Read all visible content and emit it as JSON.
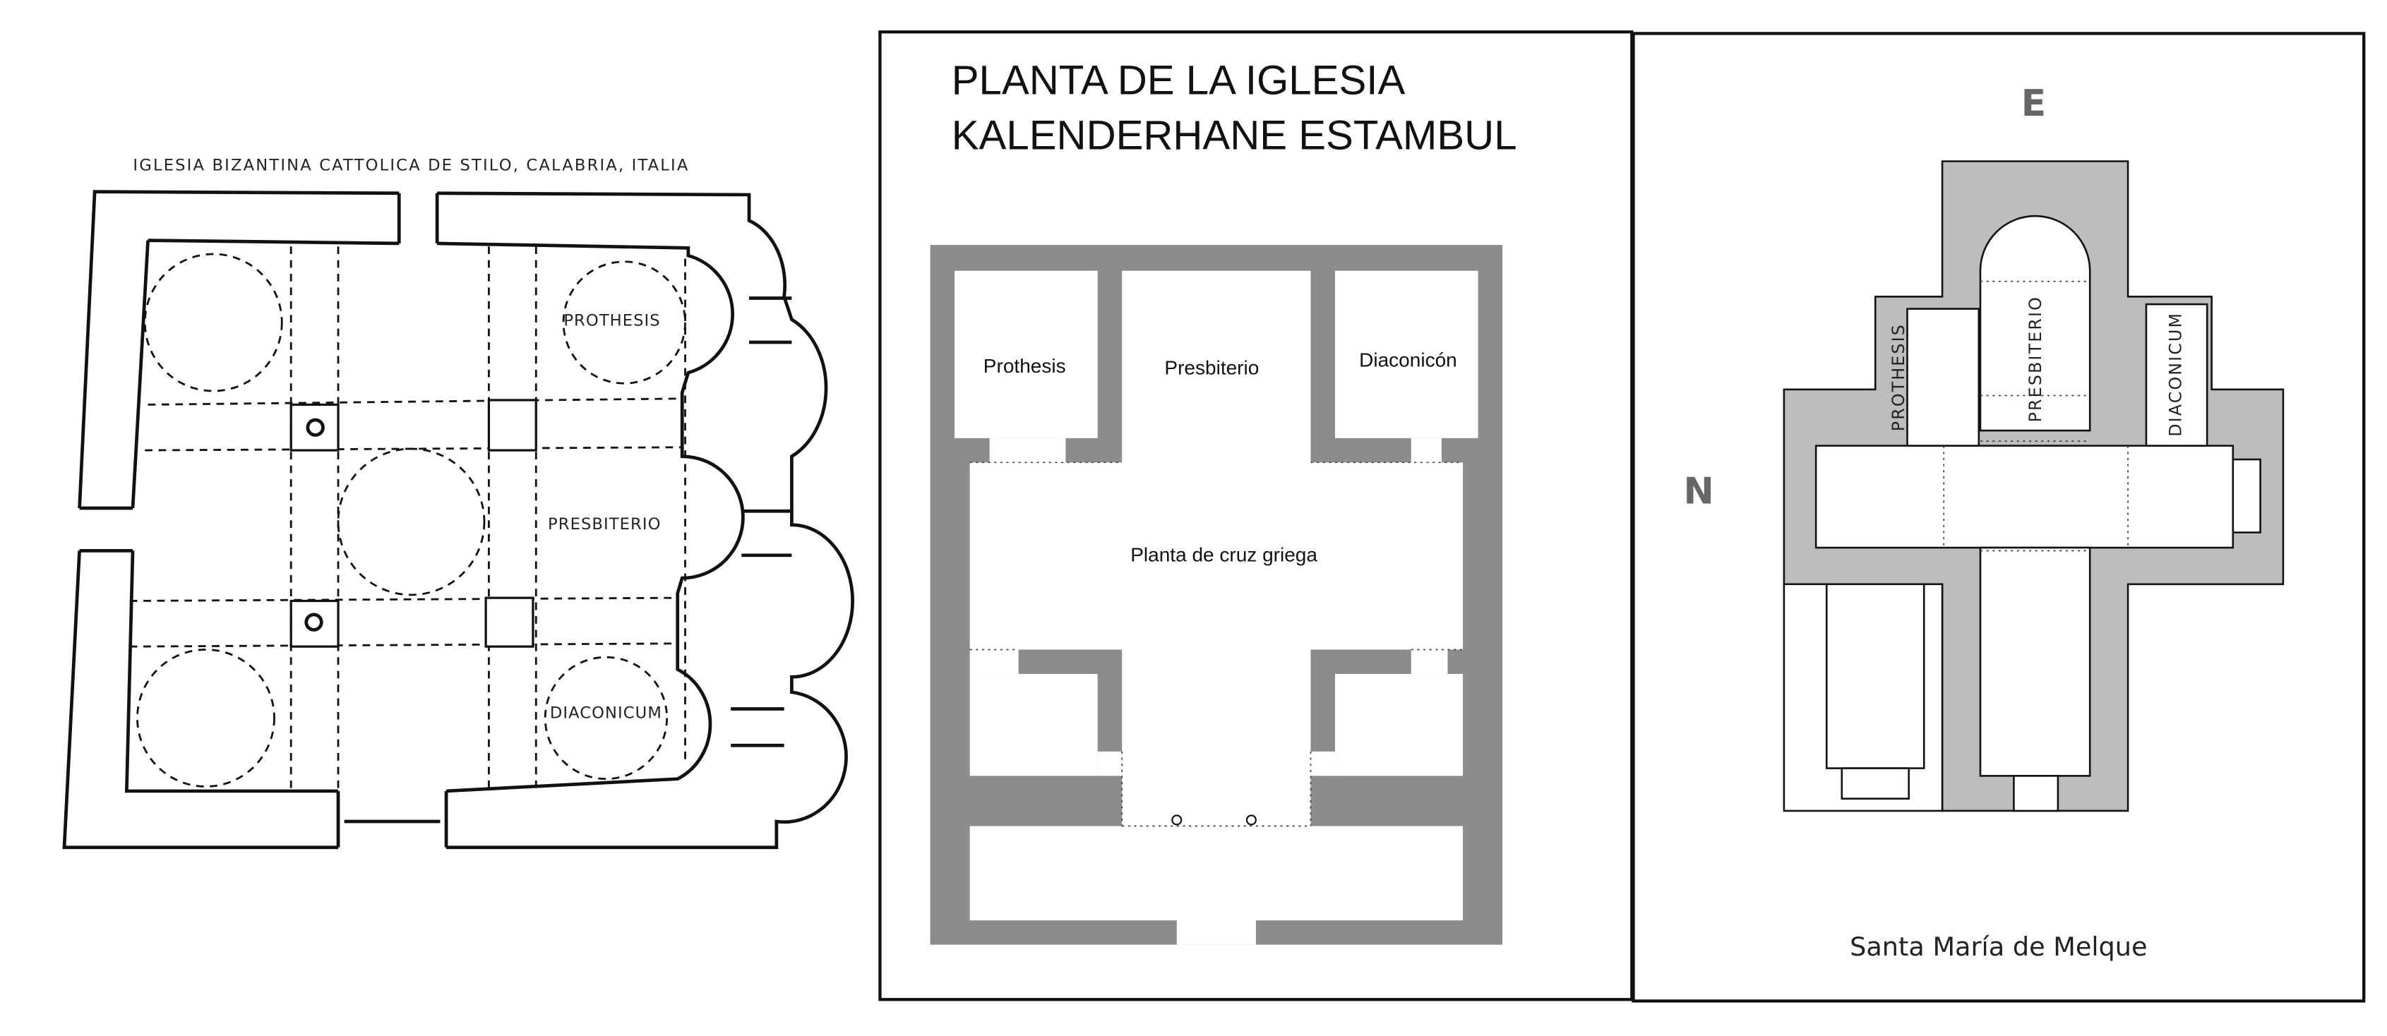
{
  "panels": {
    "stilo": {
      "title": "IGLESIA BIZANTINA CATTOLICA DE STILO, CALABRIA, ITALIA",
      "labels": {
        "prothesis": "PROTHESIS",
        "presbiterio": "PRESBITERIO",
        "diaconicum": "DIACONICUM"
      }
    },
    "kalenderhane": {
      "title_line1": "PLANTA DE LA IGLESIA",
      "title_line2": "KALENDERHANE ESTAMBUL",
      "labels": {
        "prothesis": "Prothesis",
        "presbiterio": "Presbiterio",
        "diaconicon": "Diaconicón",
        "nave": "Planta de cruz griega"
      },
      "wall_color": "#8c8c8c"
    },
    "melque": {
      "title": "Santa María de Melque",
      "compass_east": "E",
      "compass_north": "N",
      "labels": {
        "prothesis": "PROTHESIS",
        "presbiterio": "PRESBITERIO",
        "diaconicum": "DIACONICUM"
      },
      "wall_color": "#bdbdbd"
    }
  }
}
